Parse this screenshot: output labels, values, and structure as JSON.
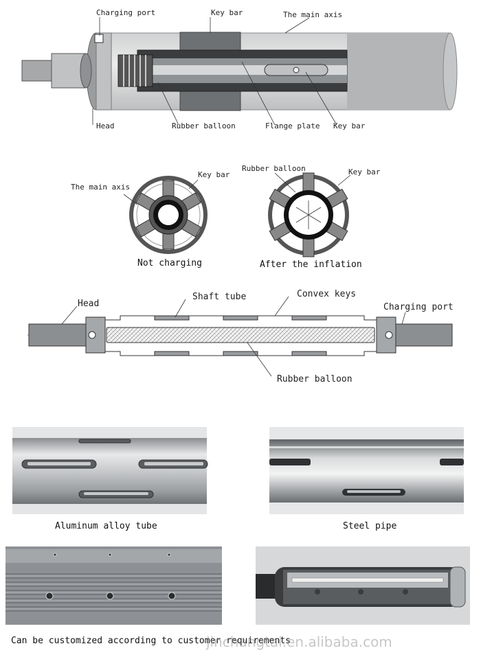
{
  "section1": {
    "labels": {
      "charging_port": "Charging port",
      "key_bar": "Key bar",
      "main_axis": "The main axis",
      "head": "Head",
      "rubber_balloon": "Rubber balloon",
      "flange_plate": "Flange plate",
      "key_bar_bottom": "Key bar"
    }
  },
  "section2": {
    "left": {
      "main_axis": "The main axis",
      "key_bar": "Key bar",
      "caption": "Not charging"
    },
    "right": {
      "rubber_balloon": "Rubber balloon",
      "key_bar": "Key bar",
      "caption": "After the inflation"
    }
  },
  "section3": {
    "labels": {
      "head": "Head",
      "shaft_tube": "Shaft tube",
      "convex_keys": "Convex keys",
      "charging_port": "Charging port",
      "rubber_balloon": "Rubber balloon"
    }
  },
  "section4": {
    "aluminum_caption": "Aluminum alloy tube",
    "steel_caption": "Steel pipe",
    "customized_caption": "Can be customized according to customer requirements"
  },
  "watermark": "jinchangtai.en.alibaba.com",
  "colors": {
    "line": "#333333",
    "metal_light": "#d9dadb",
    "metal_dark": "#7d8083",
    "rubber": "#111111"
  }
}
